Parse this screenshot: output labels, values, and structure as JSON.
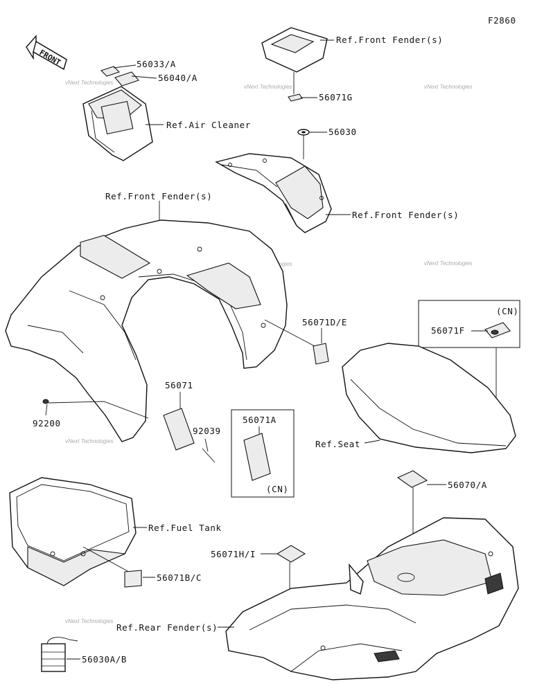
{
  "figure_code": "F2860",
  "front_arrow_text": "FRONT",
  "watermark": "vNext Technologies",
  "labels": {
    "p56033a": "56033/A",
    "p56040a": "56040/A",
    "air_cleaner": "Ref.Air Cleaner",
    "front_fender_top": "Ref.Front Fender(s)",
    "p56071g": "56071G",
    "p56030": "56030",
    "front_fender_mid": "Ref.Front Fender(s)",
    "front_fender_main": "Ref.Front Fender(s)",
    "p56071de": "56071D/E",
    "cn_top": "(CN)",
    "p56071f": "56071F",
    "p56071": "56071",
    "p92200": "92200",
    "p92039": "92039",
    "p56071a": "56071A",
    "cn_bottom": "(CN)",
    "seat": "Ref.Seat",
    "p56070a": "56070/A",
    "fuel_tank": "Ref.Fuel Tank",
    "p56071hi": "56071H/I",
    "p56071bc": "56071B/C",
    "rear_fender": "Ref.Rear Fender(s)",
    "p56030ab": "56030A/B"
  }
}
